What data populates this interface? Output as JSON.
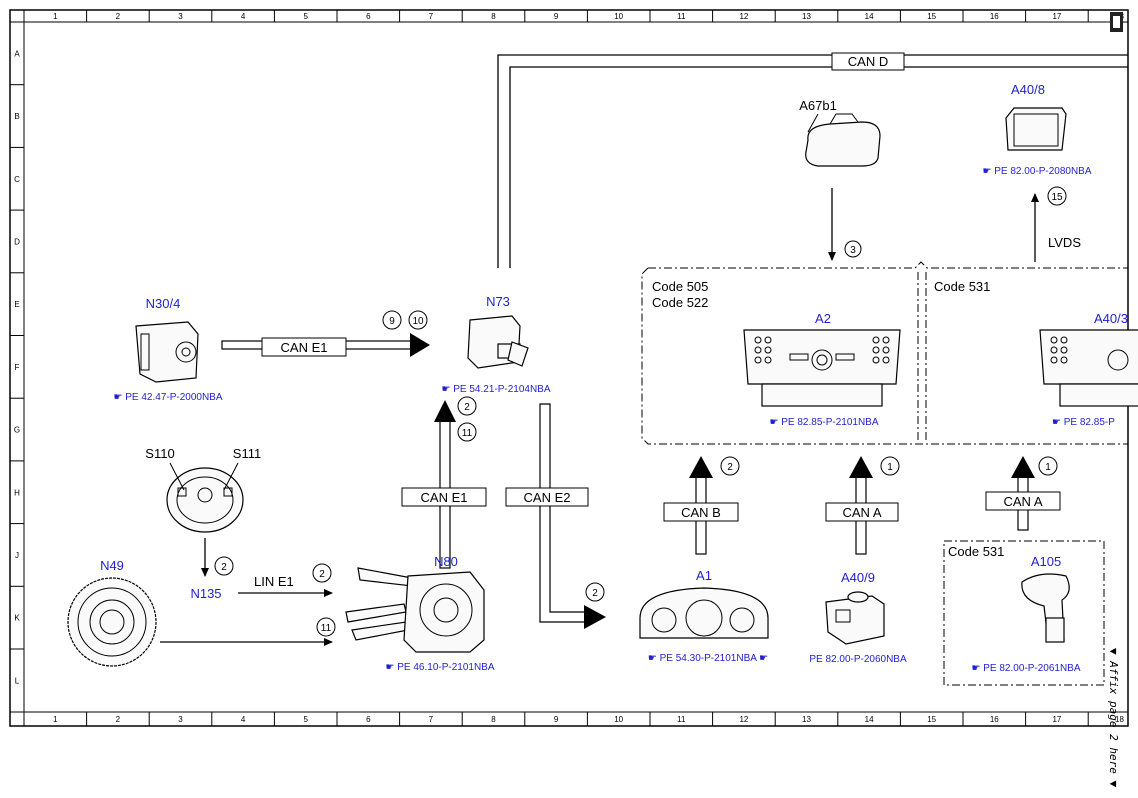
{
  "ruler": {
    "columns": [
      "1",
      "2",
      "3",
      "4",
      "5",
      "6",
      "7",
      "8",
      "9",
      "10",
      "11",
      "12",
      "13",
      "14",
      "15",
      "16",
      "17",
      "18"
    ],
    "rows": [
      "A",
      "B",
      "C",
      "D",
      "E",
      "F",
      "G",
      "H",
      "J",
      "K",
      "L"
    ]
  },
  "components": {
    "n30_4": {
      "label": "N30/4",
      "ref": "PE 42.47-P-2000NBA"
    },
    "n73": {
      "label": "N73",
      "ref": "PE 54.21-P-2104NBA"
    },
    "s110": {
      "label": "S110"
    },
    "s111": {
      "label": "S111"
    },
    "n135": {
      "label": "N135"
    },
    "n49": {
      "label": "N49"
    },
    "n80": {
      "label": "N80",
      "ref": "PE 46.10-P-2101NBA"
    },
    "a1": {
      "label": "A1",
      "ref": "PE 54.30-P-2101NBA"
    },
    "a40_9": {
      "label": "A40/9",
      "ref": "PE 82.00-P-2060NBA"
    },
    "a2": {
      "label": "A2",
      "ref": "PE 82.85-P-2101NBA"
    },
    "a40_3": {
      "label": "A40/3",
      "ref": "PE 82.85-P"
    },
    "a67b1": {
      "label": "A67b1"
    },
    "a40_8": {
      "label": "A40/8",
      "ref": "PE 82.00-P-2080NBA"
    },
    "a105": {
      "label": "A105",
      "ref": "PE 82.00-P-2061NBA"
    }
  },
  "buses": {
    "can_d": "CAN D",
    "can_e1_top": "CAN E1",
    "can_e1_mid": "CAN E1",
    "can_e2": "CAN E2",
    "can_b": "CAN B",
    "can_a_1": "CAN A",
    "can_a_2": "CAN A",
    "lin_e1": "LIN E1",
    "lvds": "LVDS"
  },
  "codes": {
    "box1_line1": "Code 505",
    "box1_line2": "Code 522",
    "box2": "Code 531",
    "box3": "Code 531"
  },
  "circles": {
    "c9": "9",
    "c10": "10",
    "c2_n73": "2",
    "c11_n73": "11",
    "c2_n135": "2",
    "c2_lin": "2",
    "c11_n80": "11",
    "c2_e2": "2",
    "c2_canb": "2",
    "c1_a40_9": "1",
    "c3": "3",
    "c15": "15",
    "c1_a105": "1"
  },
  "affix_note": "▼ Affix page 2 here ▼",
  "colors": {
    "component_label": "#1f1fd0",
    "line": "#000000"
  }
}
